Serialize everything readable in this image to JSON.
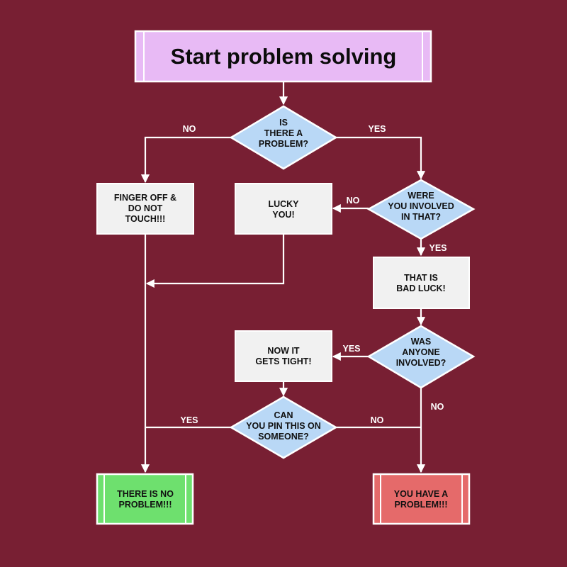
{
  "colors": {
    "background": "#781f33",
    "start_fill": "#e8baf5",
    "decision_fill": "#b9d8f6",
    "process_fill": "#f1f1f1",
    "good_end_fill": "#6ee06e",
    "bad_end_fill": "#e56a6a",
    "border": "#ffffff"
  },
  "nodes": {
    "start": {
      "lines": [
        "Start problem solving"
      ]
    },
    "is_problem": {
      "lines": [
        "IS",
        "THERE A",
        "PROBLEM?"
      ]
    },
    "finger_off": {
      "lines": [
        "FINGER OFF &",
        "DO NOT",
        "TOUCH!!!"
      ]
    },
    "lucky_you": {
      "lines": [
        "LUCKY",
        "YOU!"
      ]
    },
    "were_involved": {
      "lines": [
        "WERE",
        "YOU INVOLVED",
        "IN THAT?"
      ]
    },
    "bad_luck": {
      "lines": [
        "THAT IS",
        "BAD LUCK!"
      ]
    },
    "anyone_involved": {
      "lines": [
        "WAS",
        "ANYONE",
        "INVOLVED?"
      ]
    },
    "gets_tight": {
      "lines": [
        "NOW IT",
        "GETS TIGHT!"
      ]
    },
    "pin_on": {
      "lines": [
        "CAN",
        "YOU PIN THIS ON",
        "SOMEONE?"
      ]
    },
    "no_problem": {
      "lines": [
        "THERE IS NO",
        "PROBLEM!!!"
      ]
    },
    "have_problem": {
      "lines": [
        "YOU HAVE A",
        "PROBLEM!!!"
      ]
    }
  },
  "edge_labels": {
    "is_problem_no": "NO",
    "is_problem_yes": "YES",
    "were_involved_no": "NO",
    "were_involved_yes": "YES",
    "anyone_yes": "YES",
    "anyone_no": "NO",
    "pin_yes": "YES",
    "pin_no": "NO"
  }
}
